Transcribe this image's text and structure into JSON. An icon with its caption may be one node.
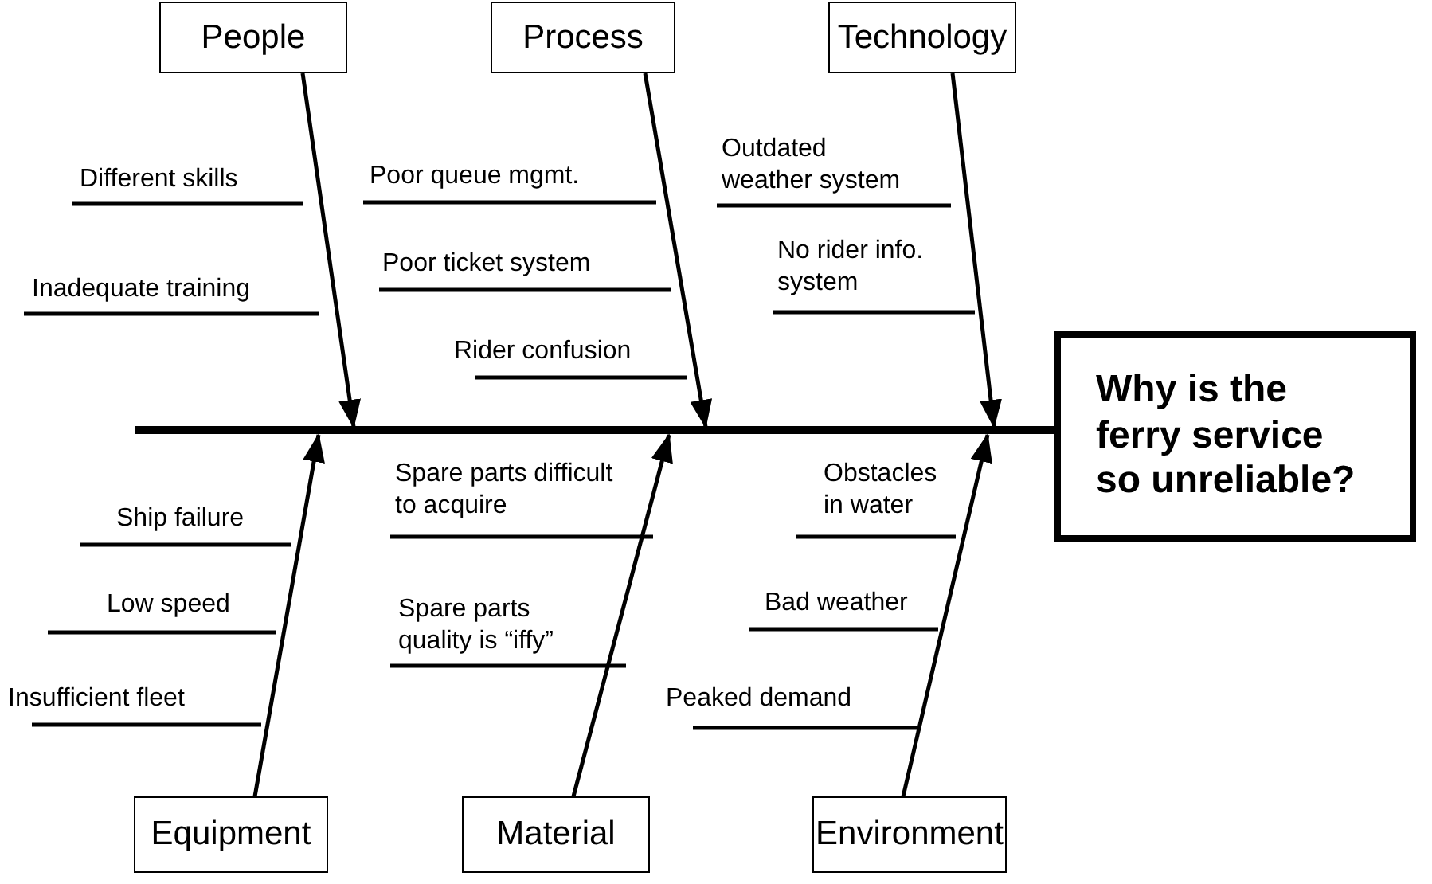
{
  "diagram": {
    "nodes": [
      {
        "text": [
          "People"
        ]
      },
      {
        "text": [
          "Process"
        ]
      },
      {
        "text": [
          "Technology"
        ]
      },
      {
        "text": [
          "Why is the ferry service so unreliable?"
        ]
      },
      {
        "text": [
          "Equipment"
        ]
      },
      {
        "text": [
          "Material"
        ]
      },
      {
        "text": [
          "Environment"
        ]
      }
    ],
    "edges": [
      {
        "from": 0,
        "to": null,
        "arrow": "to"
      },
      {
        "from": 1,
        "to": null,
        "arrow": "to"
      },
      {
        "from": 2,
        "to": null,
        "arrow": "to"
      },
      {
        "from": 4,
        "to": null,
        "arrow": "to"
      },
      {
        "from": 5,
        "to": null,
        "arrow": "to"
      },
      {
        "from": 6,
        "to": null,
        "arrow": "to"
      },
      {
        "from": null,
        "to": 3,
        "arrow": "none",
        "style": "thick"
      }
    ],
    "labels": [
      "Different skills",
      "Poor queue mgmt.",
      "Outdated weather system",
      "Inadequate training",
      "Poor ticket system",
      "No rider info. system",
      "Rider confusion",
      "Spare parts difficult to acquire",
      "Obstacles in water",
      "Ship failure",
      "Low speed",
      "Bad weather",
      "Spare parts quality is “iffy”",
      "Insufficient fleet",
      "Peaked demand"
    ]
  }
}
